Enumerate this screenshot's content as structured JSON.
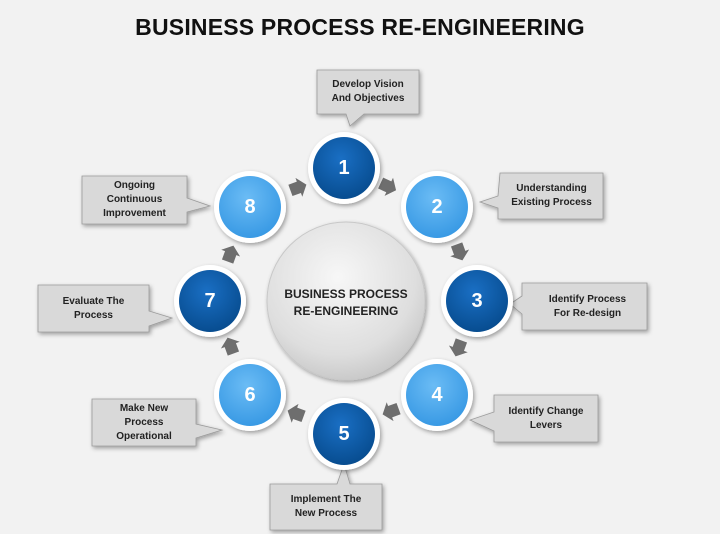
{
  "title": "BUSINESS PROCESS RE-ENGINEERING",
  "center": {
    "line1": "BUSINESS PROCESS",
    "line2": "RE-ENGINEERING"
  },
  "colors": {
    "dark": "#0b5ba8",
    "light": "#4aa8ee",
    "box": "#d9d9d9",
    "arrow": "#6e6e6e",
    "center": "#dcdcdc"
  },
  "steps": [
    {
      "num": "1",
      "lines": [
        "Develop Vision",
        "And Objectives"
      ]
    },
    {
      "num": "2",
      "lines": [
        "Understanding",
        "Existing Process"
      ]
    },
    {
      "num": "3",
      "lines": [
        "Identify Process",
        "For Re-design"
      ]
    },
    {
      "num": "4",
      "lines": [
        "Identify Change",
        "Levers"
      ]
    },
    {
      "num": "5",
      "lines": [
        "Implement The",
        "New Process"
      ]
    },
    {
      "num": "6",
      "lines": [
        "Make New",
        "Process",
        "Operational"
      ]
    },
    {
      "num": "7",
      "lines": [
        "Evaluate The",
        "Process"
      ]
    },
    {
      "num": "8",
      "lines": [
        "Ongoing",
        "Continuous",
        "Improvement"
      ]
    }
  ]
}
